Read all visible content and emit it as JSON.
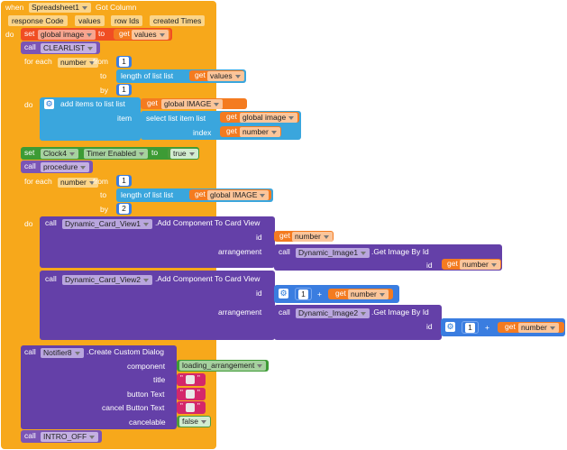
{
  "event": {
    "when": "when",
    "component": "Spreadsheet1",
    "event": "Got Column",
    "params": [
      "response Code",
      "values",
      "row Ids",
      "created Times"
    ],
    "do": "do"
  },
  "kw": {
    "set": "set",
    "to": "to",
    "get": "get",
    "call": "call",
    "for_each": "for each",
    "from": "from",
    "by": "by",
    "do": "do",
    "item": "item",
    "index": "index",
    "id": "id",
    "arrangement": "arrangement",
    "plus": "+",
    "length_of_list": "length of list  list",
    "add_items": "add items to list   list",
    "select_item": "select list item  list",
    "quote": "\""
  },
  "set1": {
    "var": "global image",
    "value": "values"
  },
  "clearlist": "CLEARLIST",
  "loop1": {
    "var": "number",
    "from": "1",
    "by": "1",
    "list": "values",
    "target": "global IMAGE",
    "item_list": "global image",
    "index_var": "number"
  },
  "set2": {
    "component": "Clock4",
    "property": "Timer Enabled",
    "value": "true"
  },
  "procedure": "procedure",
  "loop2": {
    "var": "number",
    "from": "1",
    "by": "2",
    "list": "global IMAGE"
  },
  "card1": {
    "component": "Dynamic_Card_View1",
    "method": ".Add Component To Card View",
    "id_var": "number",
    "image_comp": "Dynamic_Image1",
    "image_method": ".Get Image By Id",
    "image_id_var": "number"
  },
  "card2": {
    "component": "Dynamic_Card_View2",
    "method": ".Add Component To Card View",
    "id_num": "1",
    "id_var": "number",
    "image_comp": "Dynamic_Image2",
    "image_method": ".Get Image By Id",
    "image_id_num": "1",
    "image_id_var": "number"
  },
  "dialog": {
    "component": "Notifier8",
    "method": ".Create Custom Dialog",
    "labels": [
      "component",
      "title",
      "button Text",
      "cancel Button Text",
      "cancelable"
    ],
    "arrangement": "loading_arrangement",
    "cancelable": "false"
  },
  "intro": "INTRO_OFF",
  "colors": {
    "event": "#f7a81b",
    "set_var": "#f04e23",
    "get": "#f47b20",
    "number": "#3a7de0",
    "list": "#3aa6dd",
    "component": "#6440a8",
    "property": "#3d9b35",
    "logic": "#4d9c3e",
    "text": "#d4276a",
    "procedure": "#7b55b5"
  }
}
